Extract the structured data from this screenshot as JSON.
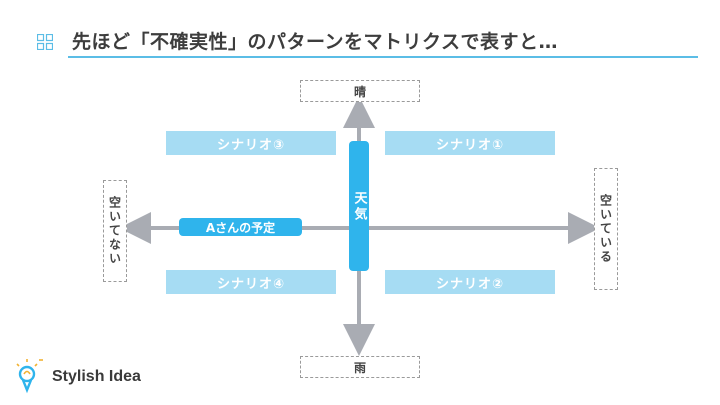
{
  "header": {
    "title": "先ほど「不確実性」のパターンをマトリクスで表すと…",
    "icon": "grid-icon",
    "accent": "#5bbde6"
  },
  "matrix": {
    "top_label": "晴",
    "bottom_label": "雨",
    "left_label": "空いてない",
    "right_label": "空いている",
    "vertical_axis_label": "天気",
    "horizontal_axis_label": "Aさんの予定",
    "scenarios": {
      "top_left": "シナリオ③",
      "top_right": "シナリオ①",
      "bottom_left": "シナリオ④",
      "bottom_right": "シナリオ②"
    },
    "scenario_color": "#a6dcf3",
    "axis_color": "#2fb4ec",
    "arrow_color": "#a9acb3"
  },
  "footer": {
    "logo_text": "Stylish Idea",
    "logo_icon": "lightbulb-icon"
  }
}
